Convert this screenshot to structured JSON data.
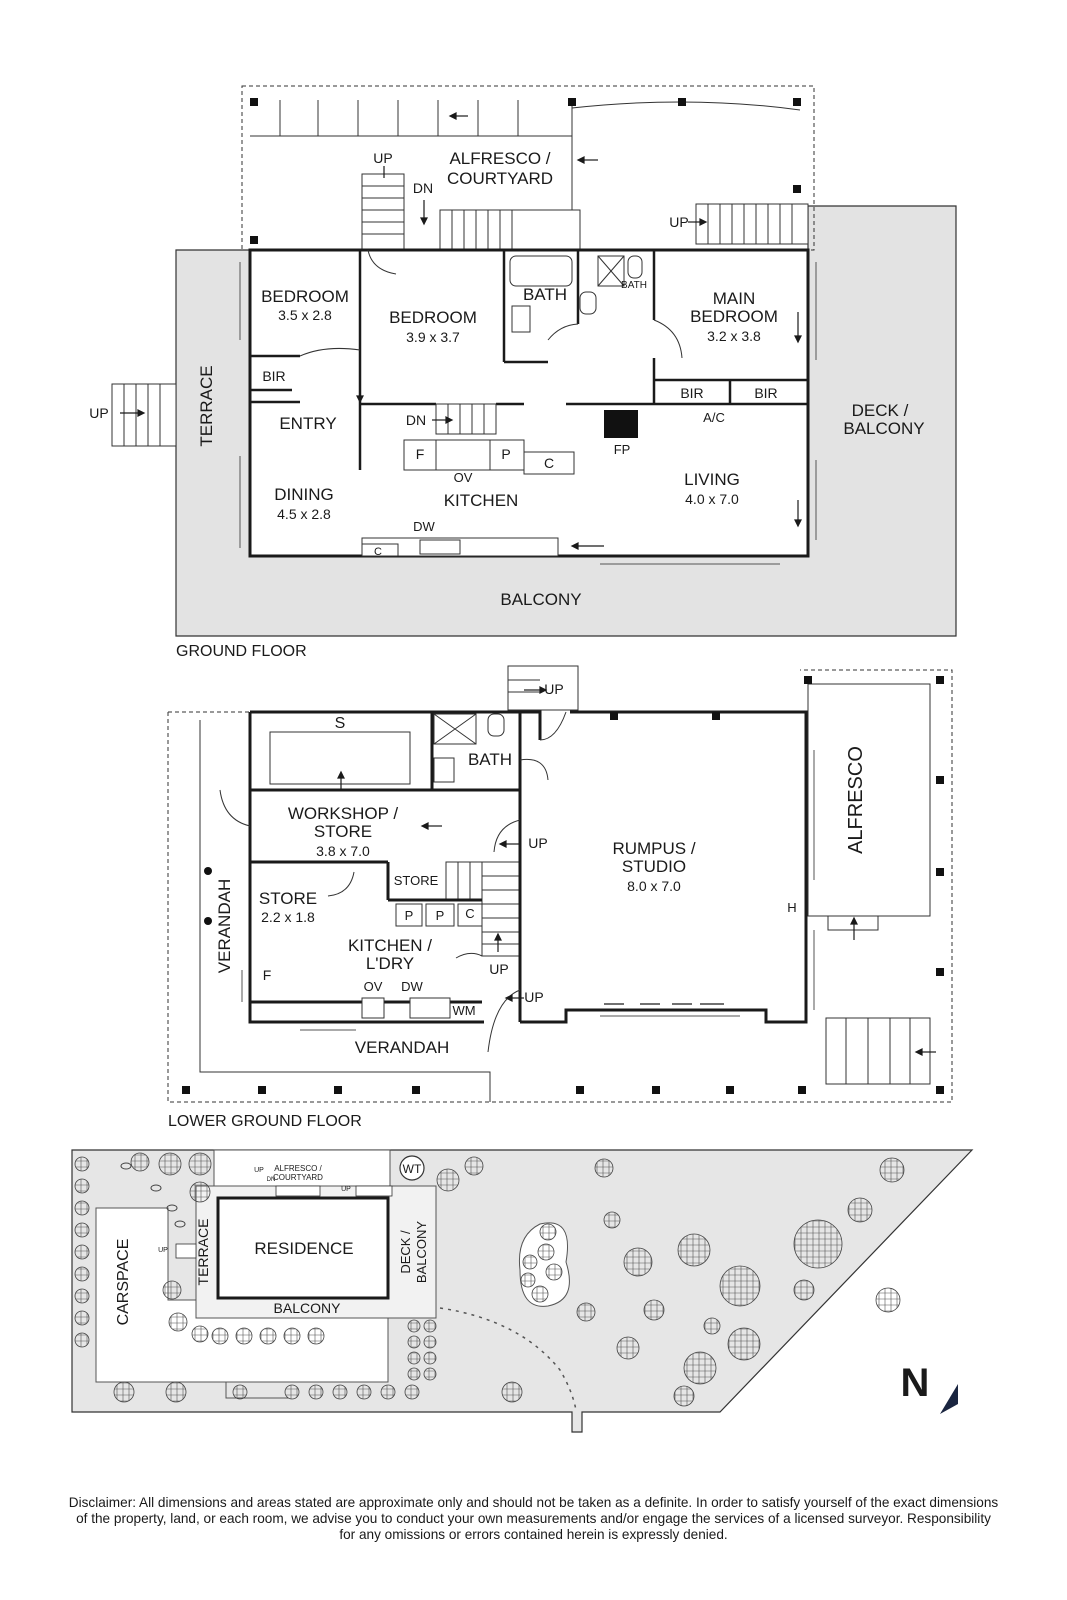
{
  "ground_floor": {
    "caption": "GROUND FLOOR",
    "rooms": {
      "alfresco": "ALFRESCO /",
      "courtyard": "COURTYARD",
      "bedroom1": "BEDROOM",
      "bedroom1_dim": "3.5 x 2.8",
      "bedroom2": "BEDROOM",
      "bedroom2_dim": "3.9 x 3.7",
      "bath": "BATH",
      "bath_small": "BATH",
      "main_bedroom_1": "MAIN",
      "main_bedroom_2": "BEDROOM",
      "main_bedroom_dim": "3.2 x 3.8",
      "bir1": "BIR",
      "bir2": "BIR",
      "bir3": "BIR",
      "ac": "A/C",
      "entry": "ENTRY",
      "terrace": "TERRACE",
      "dining": "DINING",
      "dining_dim": "4.5 x 2.8",
      "kitchen": "KITCHEN",
      "living": "LIVING",
      "living_dim": "4.0 x 7.0",
      "deck": "DECK /",
      "balcony_line": "BALCONY",
      "balcony": "BALCONY",
      "fp": "FP",
      "f": "F",
      "ov": "OV",
      "p": "P",
      "c": "C",
      "c2": "C",
      "dw": "DW",
      "up1": "UP",
      "dn1": "DN",
      "up2": "UP",
      "up3": "UP",
      "dn2": "DN"
    }
  },
  "lower_floor": {
    "caption": "LOWER GROUND FLOOR",
    "rooms": {
      "s": "S",
      "bath": "BATH",
      "workshop": "WORKSHOP /",
      "store_line": "STORE",
      "workshop_dim": "3.8 x 7.0",
      "rumpus": "RUMPUS /",
      "studio": "STUDIO",
      "rumpus_dim": "8.0 x 7.0",
      "alfresco": "ALFRESCO",
      "store": "STORE",
      "store_dim": "2.2 x 1.8",
      "store_small": "STORE",
      "kitchen1": "KITCHEN /",
      "kitchen2": "L'DRY",
      "verandah_side": "VERANDAH",
      "verandah_bottom": "VERANDAH",
      "f": "F",
      "ov": "OV",
      "dw": "DW",
      "wm": "WM",
      "p1": "P",
      "p2": "P",
      "c": "C",
      "h": "H",
      "up1": "UP",
      "up2": "UP",
      "up3": "UP",
      "up4": "UP"
    }
  },
  "site_plan": {
    "residence": "RESIDENCE",
    "carspace": "CARSPACE",
    "terrace": "TERRACE",
    "deck1": "DECK /",
    "deck2": "BALCONY",
    "balcony": "BALCONY",
    "wt": "WT",
    "alfresco1": "ALFRESCO /",
    "alfresco2": "COURTYARD",
    "up1": "UP",
    "up2": "UP",
    "up3": "UP",
    "dn": "DN"
  },
  "north_label": "N",
  "disclaimer": [
    "Disclaimer: All dimensions and areas stated are approximate only and should not be taken as a definite. In order to satisfy yourself of the exact dimensions",
    "of the property, land, or each room, we advise you to conduct your own measurements and/or engage the services of a licensed surveyor. Responsibility",
    "for any omissions or errors contained herein is expressly denied."
  ]
}
